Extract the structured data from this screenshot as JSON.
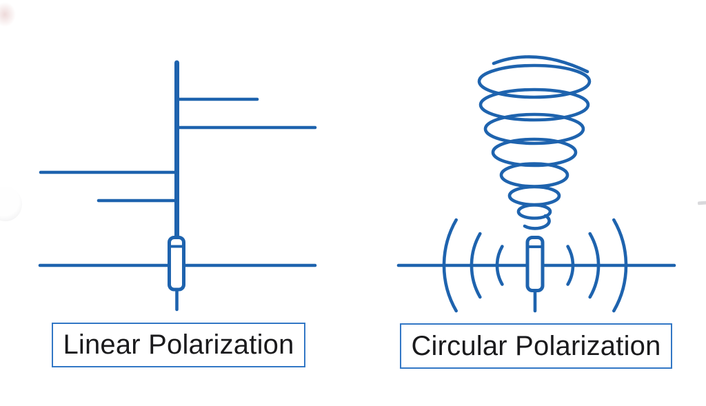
{
  "colors": {
    "line_blue": "#1e63ae",
    "box_border": "#3277c5",
    "text_dark": "#1a1a1c",
    "background": "#ffffff"
  },
  "labels": {
    "linear": "Linear Polarization",
    "circular": "Circular Polarization"
  },
  "icons": {
    "linear_diagram": "vertical-dipole-antenna-emitting-horizontal-linear-wave-lines",
    "circular_diagram": "helical-spiral-wave-above-dipole-antenna-with-radiation-arcs"
  }
}
